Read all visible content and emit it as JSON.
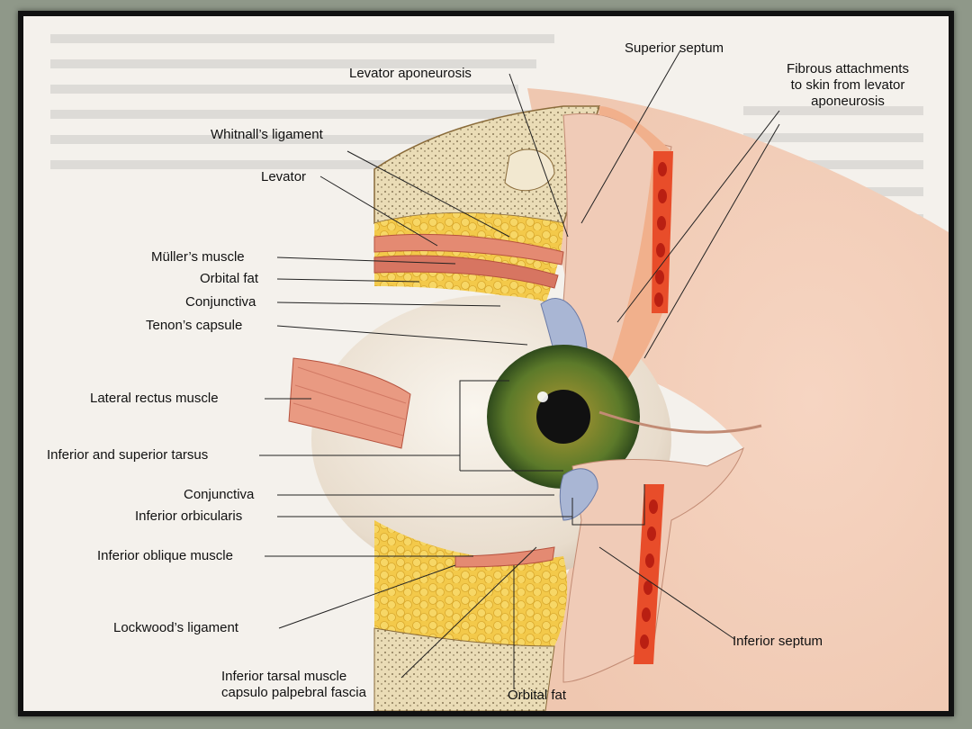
{
  "labels": {
    "superior_septum": "Superior septum",
    "levator_aponeurosis": "Levator aponeurosis",
    "fibrous_attachments": "Fibrous attachments\nto skin from levator\naponeurosis",
    "whitnall": "Whitnall’s ligament",
    "levator": "Levator",
    "muller": "Müller’s muscle",
    "orbital_fat_top": "Orbital fat",
    "conjunctiva_top": "Conjunctiva",
    "tenon": "Tenon’s capsule",
    "lateral_rectus": "Lateral rectus muscle",
    "tarsus": "Inferior and superior tarsus",
    "conjunctiva_bottom": "Conjunctiva",
    "inferior_orbicularis": "Inferior orbicularis",
    "inferior_oblique": "Inferior oblique muscle",
    "lockwood": "Lockwood’s ligament",
    "inferior_tarsal": "Inferior tarsal muscle\ncapsulo palpebral fascia",
    "orbital_fat_bottom": "Orbital fat",
    "inferior_septum": "Inferior septum"
  },
  "colors": {
    "skin": "#f1c9b5",
    "fat": "#f3c94a",
    "bone": "#e6d3a8",
    "muscle": "#e48a72",
    "iris": "#5c7a2a",
    "sclera": "#f3ede4",
    "frame": "#111111",
    "background": "#8f9889"
  }
}
